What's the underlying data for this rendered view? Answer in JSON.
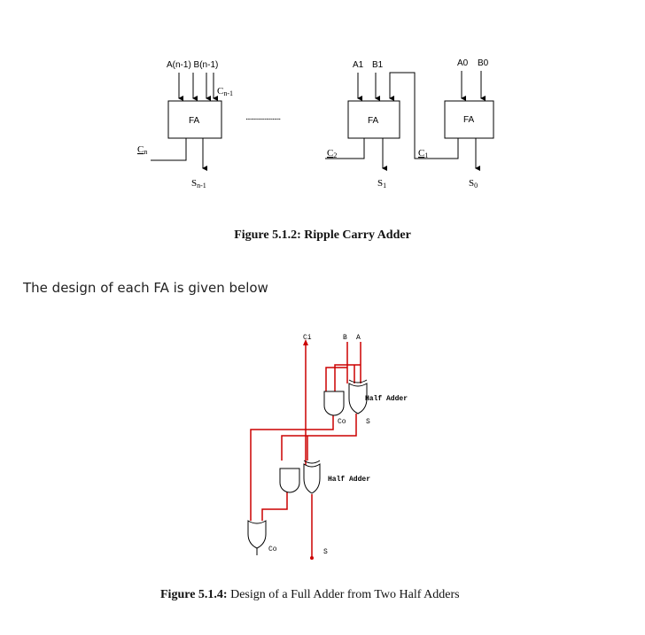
{
  "figure_top": {
    "left_inputs": "A(n-1) B(n-1)",
    "left_carry_in_label": "C",
    "left_carry_in_sub": "n-1",
    "left_box": "FA",
    "dots": "......................",
    "left_cin": "C",
    "left_cin_sub": "n",
    "left_sum": "S",
    "left_sum_sub": "n-1",
    "mid_inputs_a": "A1",
    "mid_inputs_b": "B1",
    "mid_box": "FA",
    "mid_carry": "C",
    "mid_carry_sub": "2",
    "mid_sum": "S",
    "mid_sum_sub": "1",
    "right_inputs_a": "A0",
    "right_inputs_b": "B0",
    "right_box": "FA",
    "right_carry": "C",
    "right_carry_sub": "1",
    "right_sum": "S",
    "right_sum_sub": "0"
  },
  "caption1": "Figure 5.1.2:  Ripple Carry Adder",
  "body_text": "The design of each FA is given below",
  "figure_bottom": {
    "ci_label": "Ci",
    "b_label": "B",
    "a_label": "A",
    "ha1_label": "Half Adder",
    "co1_label": "Co",
    "s1_label": "S",
    "ha2_label": "Half Adder",
    "co_out_label": "Co",
    "s_out_label": "S",
    "wire_color": "#cc0000"
  },
  "caption2": {
    "prefix": "Figure 5.1.4:",
    "text": " Design of a Full Adder from Two Half Adders"
  }
}
